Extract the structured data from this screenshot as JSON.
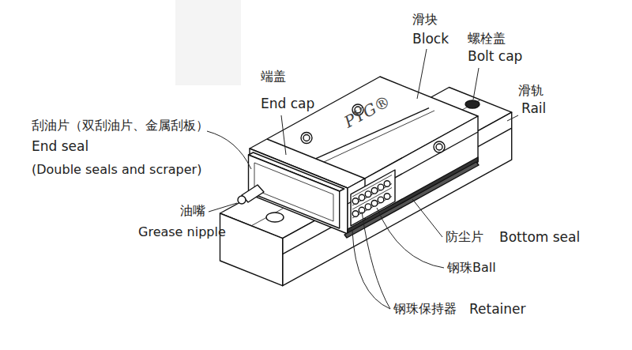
{
  "diagram": {
    "labels": [
      "滑块",
      "Block",
      "螺栓盖",
      "Bolt cap",
      "端盖",
      "滑轨",
      "Rail",
      "End cap",
      "刮油片（双刮油片、金属刮板）",
      "End seal",
      "(Double seals and scraper)",
      "PYG®",
      "油嘴",
      "Grease nipple",
      "防尘片",
      "Bottom seal",
      "钢珠Ball",
      "钢珠保持器",
      "Retainer"
    ]
  }
}
